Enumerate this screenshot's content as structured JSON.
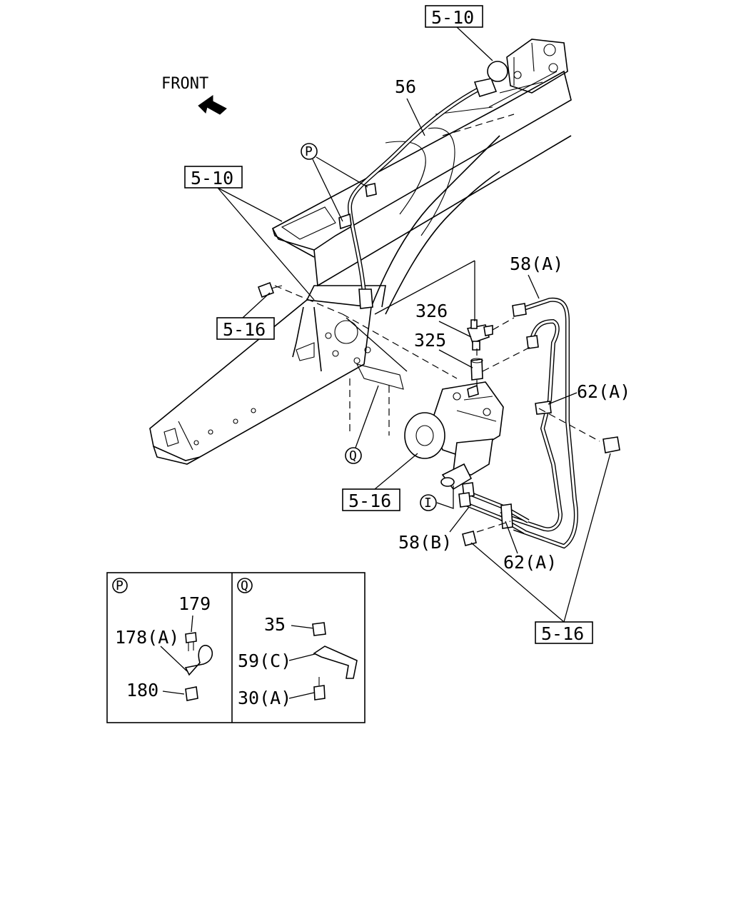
{
  "front_label": "FRONT",
  "refs": {
    "top": "5-10",
    "upper_left": "5-10",
    "left_bolt": "5-16",
    "gear": "5-16",
    "bottom_right": "5-16"
  },
  "parts": {
    "hose": "56",
    "pipe_a": "58(A)",
    "pipe_b": "58(B)",
    "tee": "326",
    "adapter": "325",
    "clip_upper": "62(A)",
    "clip_lower": "62(A)"
  },
  "callouts": {
    "p": "P",
    "q": "Q",
    "i": "I"
  },
  "detail_p": {
    "marker": "P",
    "items": [
      "179",
      "178(A)",
      "180"
    ]
  },
  "detail_q": {
    "marker": "Q",
    "items": [
      "35",
      "59(C)",
      "30(A)"
    ]
  }
}
